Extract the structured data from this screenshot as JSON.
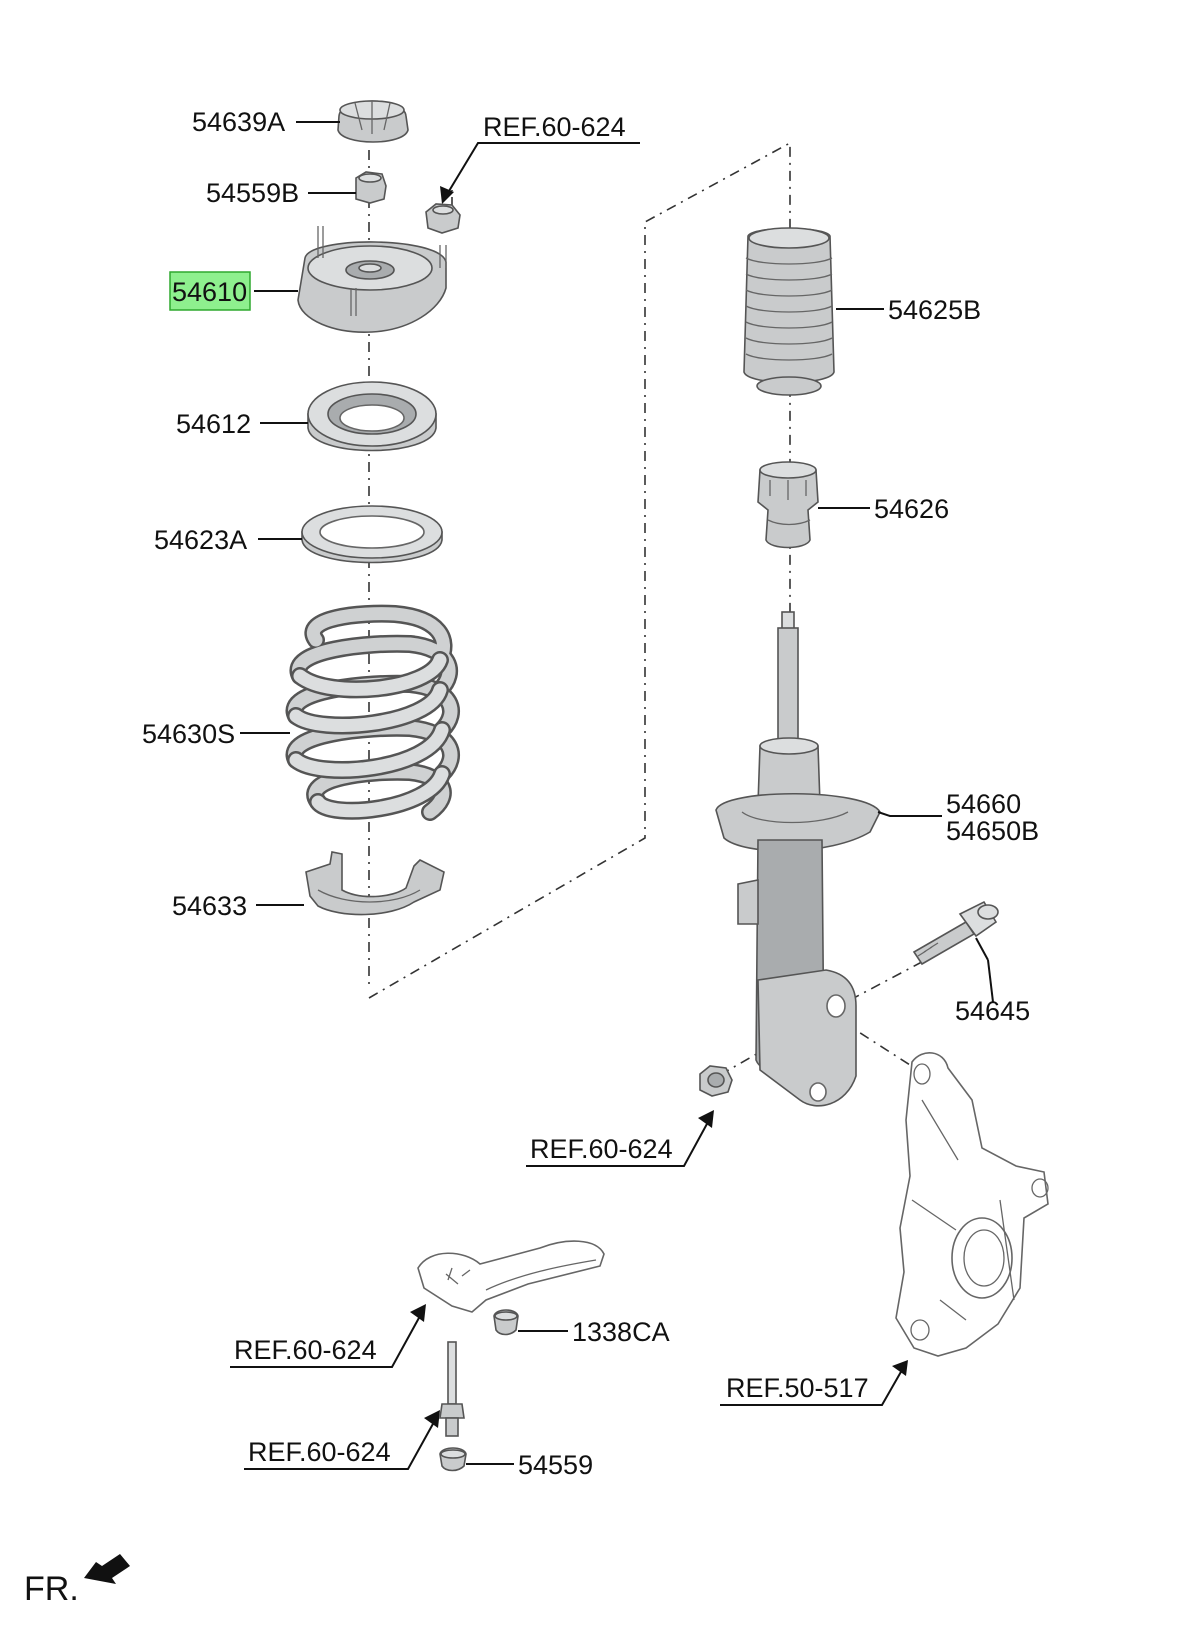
{
  "labels": {
    "top_mount_cap": "54639A",
    "top_nut": "54559B",
    "ref_top_nut": "REF.60-624",
    "mounting_insulator": "54610",
    "bearing": "54612",
    "upper_spring_pad": "54623A",
    "coil_spring": "54630S",
    "lower_spring_pad": "54633",
    "dust_cover": "54625B",
    "bumper_stopper": "54626",
    "strut_assembly_a": "54660",
    "strut_assembly_b": "54650B",
    "knuckle_bolt": "54645",
    "ref_knuckle_nut": "REF.60-624",
    "ref_knuckle": "REF.50-517",
    "ref_bracket": "REF.60-624",
    "bracket_nut": "1338CA",
    "ref_bracket_bolt": "REF.60-624",
    "bracket_lower_nut": "54559"
  },
  "front_indicator": "FR.",
  "highlight": {
    "part": "54610",
    "color": "#8ef08e"
  },
  "icons": {
    "front_arrow": "front-arrow-icon"
  }
}
